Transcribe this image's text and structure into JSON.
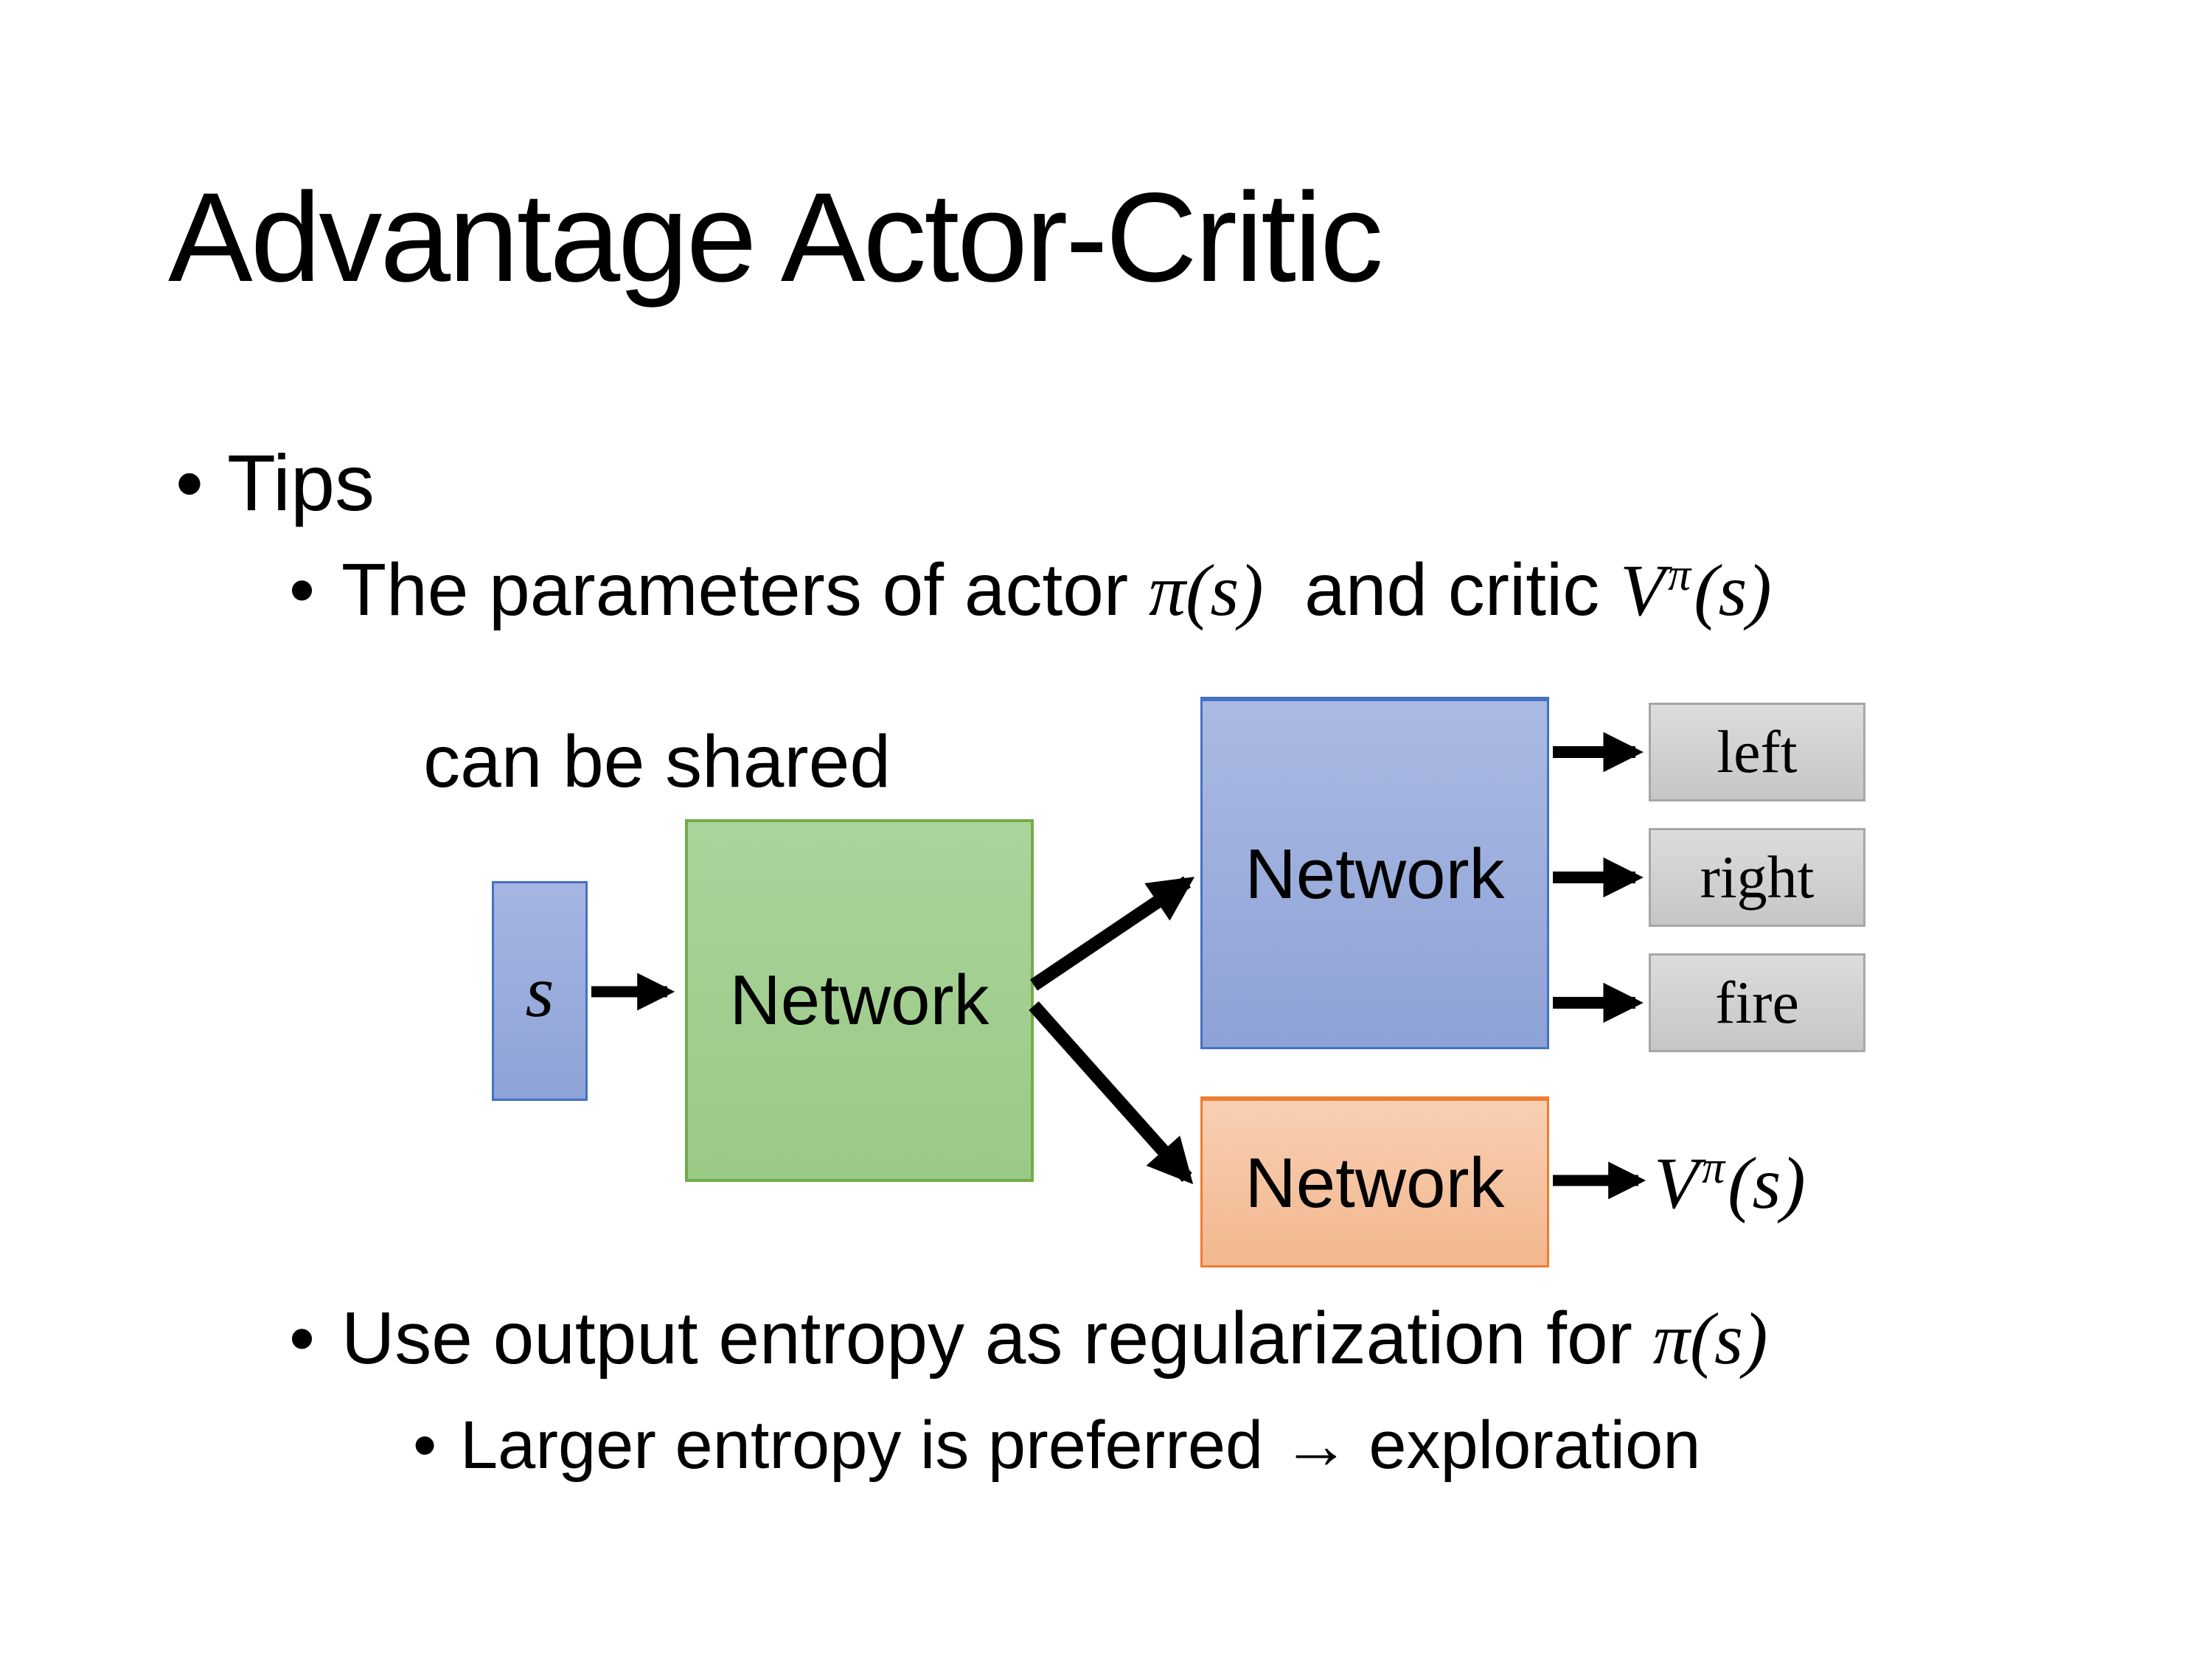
{
  "slide": {
    "title": "Advantage Actor-Critic",
    "bullet_glyph": "•"
  },
  "bullets": {
    "tips": "Tips",
    "shared_pre": "The parameters of actor ",
    "shared_actor_math": {
      "pi": "π",
      "args": "(s)"
    },
    "shared_mid": "  and critic ",
    "shared_critic_math": {
      "V": "V",
      "sup": "π",
      "args": "(s)"
    },
    "shared_line2": "can be shared",
    "entropy_pre": "Use output entropy as regularization for ",
    "entropy_math": {
      "pi": "π",
      "args": "(s)"
    },
    "larger": "Larger entropy is preferred → exploration"
  },
  "diagram": {
    "state_label": "s",
    "shared_network_label": "Network",
    "actor_network_label": "Network",
    "critic_network_label": "Network",
    "actions": [
      "left",
      "right",
      "fire"
    ],
    "value_math": {
      "V": "V",
      "sup": "π",
      "args": "(s)"
    },
    "colors": {
      "state_fill": "#9fb0dd",
      "state_border": "#4472c4",
      "shared_fill": "#a2cf90",
      "shared_border": "#70ad47",
      "actor_fill": "#9caedc",
      "actor_border": "#4472c4",
      "critic_fill": "#f5c3a0",
      "critic_border": "#ed7d31",
      "action_fill": "#d1d1d1",
      "action_border": "#a6a6a6",
      "arrow": "#000000"
    }
  }
}
